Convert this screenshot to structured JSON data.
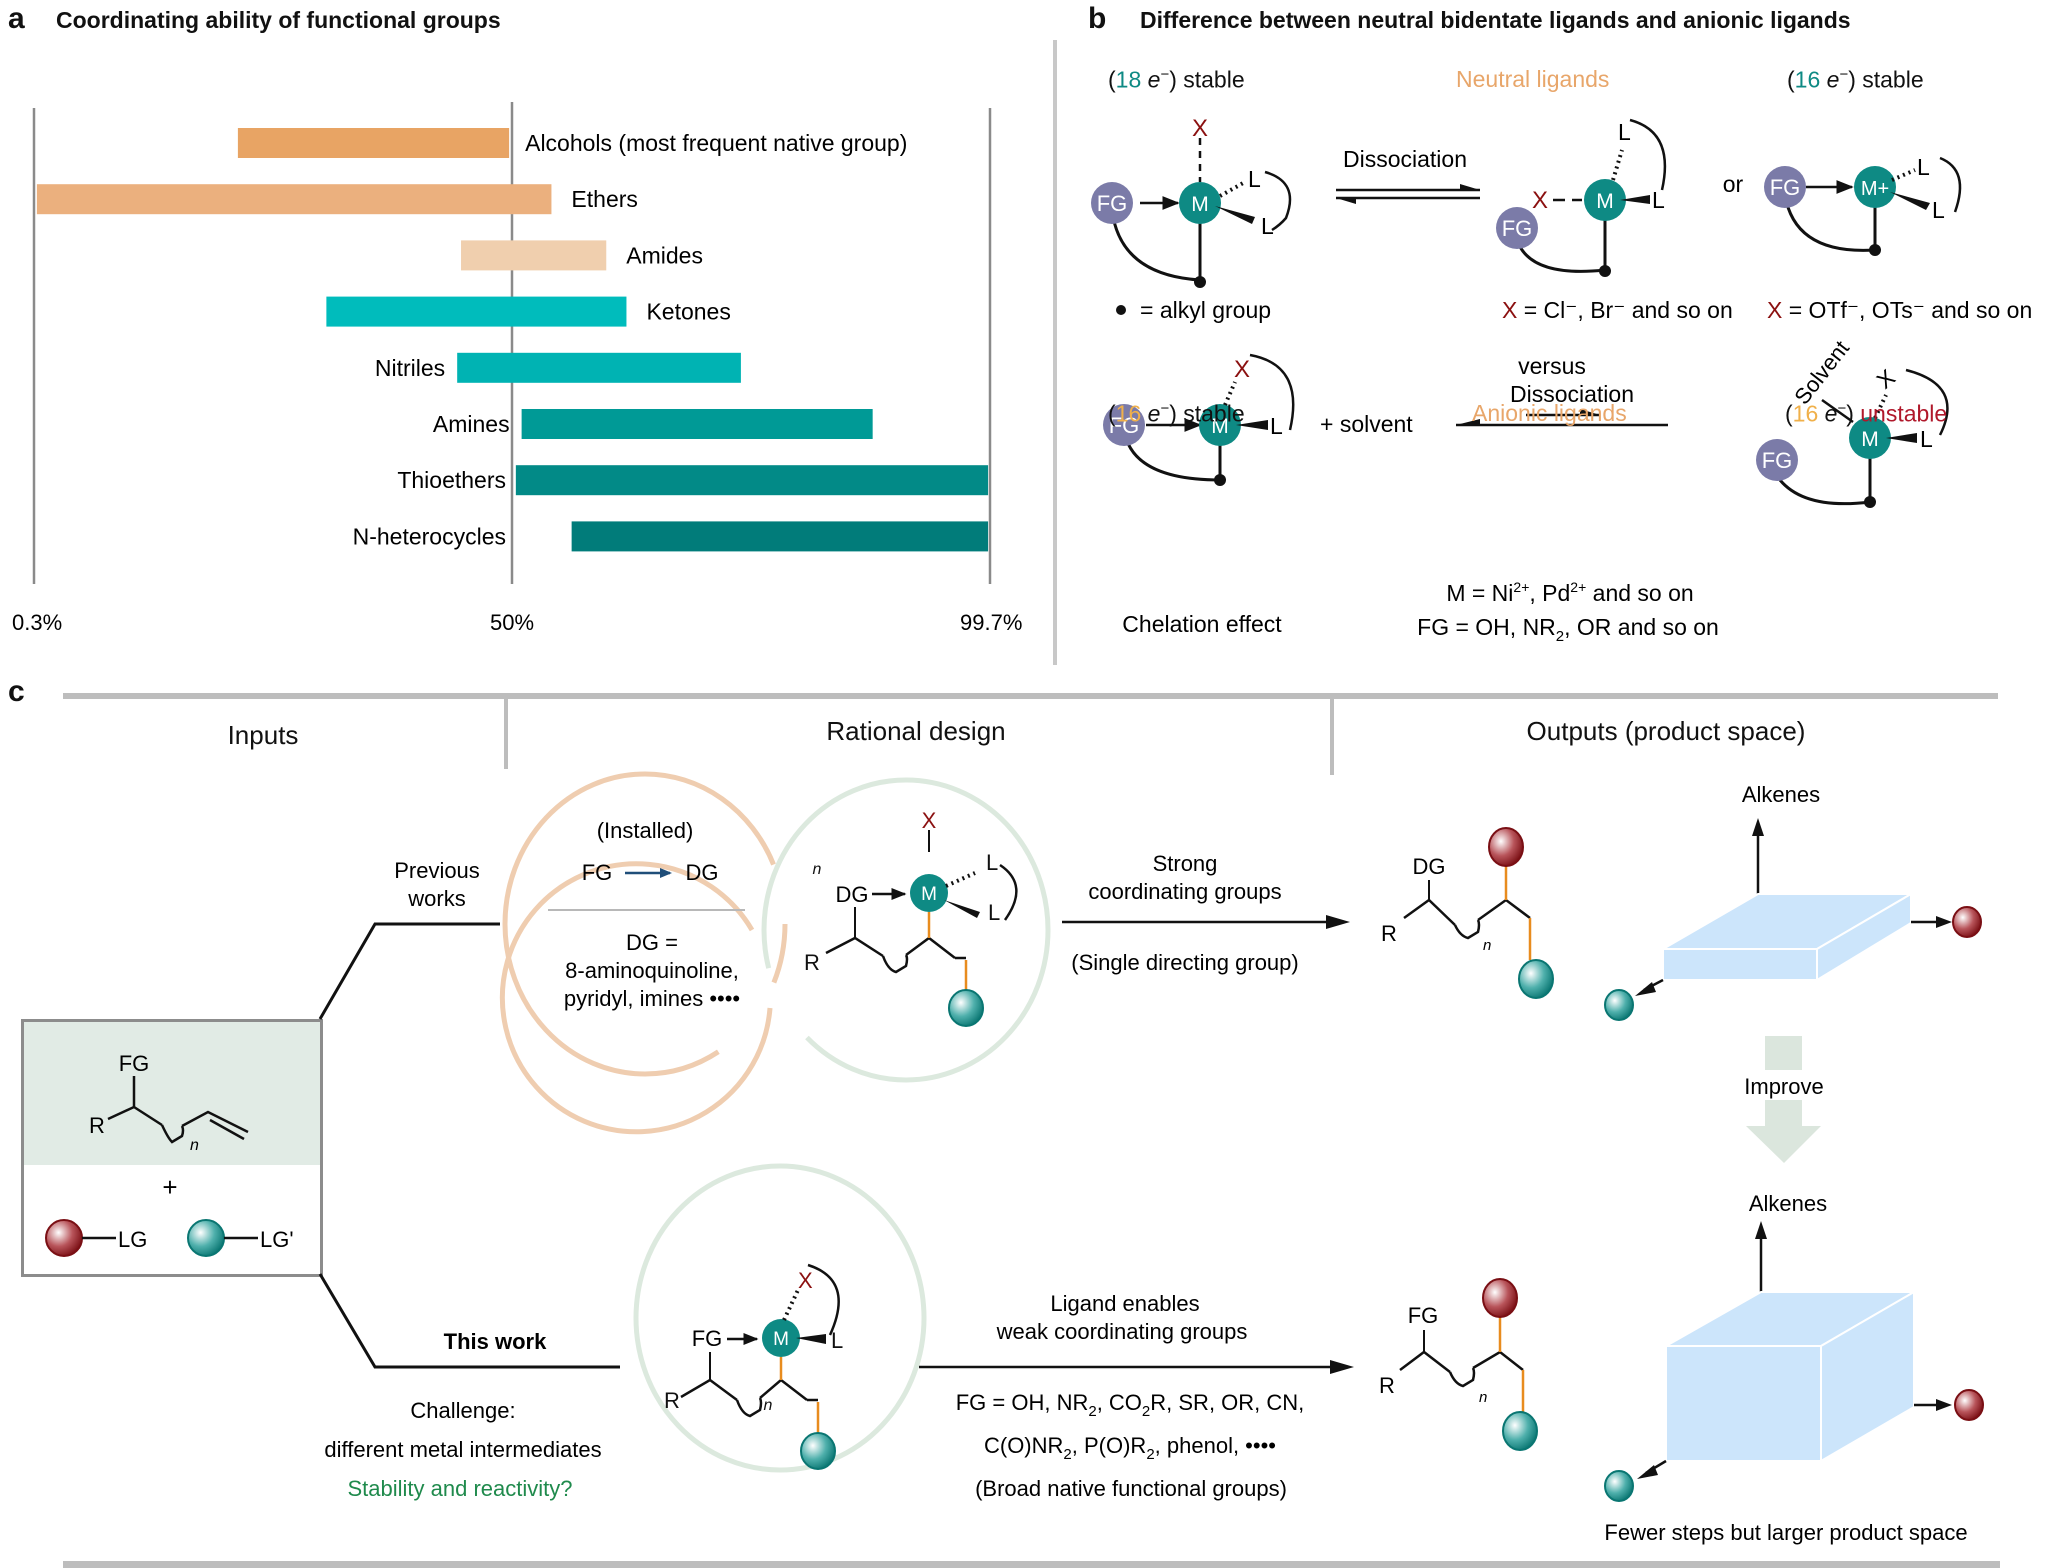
{
  "colors": {
    "fg_circle": "#7b7ba8",
    "metal_circle": "#0e8a84",
    "x_label": "#8b1010",
    "neutral_heading": "#e8a66a",
    "unstable": "#b0182b",
    "challenge_green": "#1f8a4c",
    "input_fill": "#e1ebe5",
    "box_fill": "#cce5fb",
    "improve_arrow": "#dbe6dd",
    "installed_ring": "#efcdb0",
    "design_ring": "#dce9de",
    "bond_orange": "#e88c1e",
    "separator": "#bdbdbd"
  },
  "panel_a": {
    "letter": "a",
    "title": "Coordinating ability of functional groups"
  },
  "chart_data": {
    "type": "bar",
    "subtype": "floating-horizontal-range",
    "title": "Coordinating ability of functional groups",
    "xlabel": "",
    "ylabel": "",
    "xlim": [
      0.3,
      99.7
    ],
    "xticks": [
      0.3,
      50,
      99.7
    ],
    "xtick_labels": [
      "0.3%",
      "50%",
      "99.7%"
    ],
    "grid": false,
    "categories": [
      "Alcohols (most frequent native group)",
      "Ethers",
      "Amides",
      "Ketones",
      "Nitriles",
      "Amines",
      "Thioethers",
      "N-heterocycles"
    ],
    "label_side": [
      "right",
      "right",
      "right",
      "right",
      "left",
      "left",
      "left",
      "left"
    ],
    "ranges": [
      [
        21.5,
        49.7
      ],
      [
        0.6,
        54.1
      ],
      [
        44.7,
        59.8
      ],
      [
        30.7,
        61.9
      ],
      [
        44.3,
        73.8
      ],
      [
        51.0,
        87.5
      ],
      [
        50.4,
        99.5
      ],
      [
        56.2,
        99.5
      ]
    ],
    "bar_colors": [
      "#e8a464",
      "#ebb07e",
      "#f0cfae",
      "#00bcbc",
      "#00b3b3",
      "#009a96",
      "#028a87",
      "#017c7a"
    ]
  },
  "panel_b": {
    "letter": "b",
    "title": "Difference between neutral bidentate ligands and anionic ligands",
    "neutral": {
      "heading": "Neutral ligands",
      "left_state": {
        "count": "18",
        "e": "e",
        "charge": "−",
        "suffix": "stable"
      },
      "right_state": {
        "count": "16",
        "e": "e",
        "charge": "−",
        "suffix": "stable"
      },
      "arrow_label": "Dissociation",
      "or_label": "or",
      "alkyl_note": "= alkyl group",
      "x_def_1": {
        "x": "X",
        "rest": " = Cl⁻, Br⁻ and so on"
      },
      "x_def_2": {
        "x": "X",
        "rest": " = OTf⁻, OTs⁻ and so on"
      }
    },
    "versus": "versus",
    "anionic": {
      "heading": "Anionic ligands",
      "left_state": {
        "count": "16",
        "e": "e",
        "charge": "−",
        "suffix": "stable"
      },
      "right_state": {
        "count": "16",
        "e": "e",
        "charge": "−",
        "suffix": "unstable"
      },
      "plus_solvent": "+  solvent",
      "arrow_label": "Dissociation",
      "chelation": "Chelation effect",
      "m_def": {
        "pre": "M = Ni",
        "sup1": "2+",
        "mid": ", Pd",
        "sup2": "2+",
        "post": " and so on"
      },
      "fg_def": {
        "pre": "FG = OH, NR",
        "sub": "2",
        "post": ", OR and so on"
      }
    },
    "labels": {
      "fg": "FG",
      "m": "M",
      "m_plus": "M+",
      "l": "L",
      "x": "X",
      "solvent": "Solvent"
    }
  },
  "panel_c": {
    "letter": "c",
    "columns": [
      "Inputs",
      "Rational design",
      "Outputs (product space)"
    ],
    "inputs": {
      "fg": "FG",
      "r": "R",
      "n": "n",
      "plus": "+",
      "lg": "LG",
      "lg_prime": "LG'"
    },
    "previous": {
      "branch_label_1": "Previous",
      "branch_label_2": "works",
      "installed": "(Installed)",
      "fg": "FG",
      "dg": "DG",
      "dg_def_1": "DG =",
      "dg_def_2": "8-aminoquinoline,",
      "dg_def_3": "pyridyl, imines ••••",
      "arrow_top_1": "Strong",
      "arrow_top_2": "coordinating groups",
      "arrow_bottom": "(Single directing group)",
      "product_group": "DG"
    },
    "this_work": {
      "branch_label": "This work",
      "challenge": "Challenge:",
      "challenge_2": "different metal intermediates",
      "question": "Stability and reactivity?",
      "arrow_top_1": "Ligand enables",
      "arrow_top_2": "weak coordinating groups",
      "fg_list_1": {
        "a": "FG = OH, NR",
        "s1": "2",
        "b": ", CO",
        "s2": "2",
        "c": "R, SR, OR, CN,"
      },
      "fg_list_2": {
        "a": "C(O)NR",
        "s1": "2",
        "b": ", P(O)R",
        "s2": "2",
        "c": ", phenol,  ••••"
      },
      "fg_list_3": "(Broad native functional groups)",
      "product_group": "FG"
    },
    "outputs": {
      "axis_label_top": "Alkenes",
      "improve": "Improve",
      "axis_label_bottom": "Alkenes",
      "caption": "Fewer steps but larger product space"
    }
  }
}
